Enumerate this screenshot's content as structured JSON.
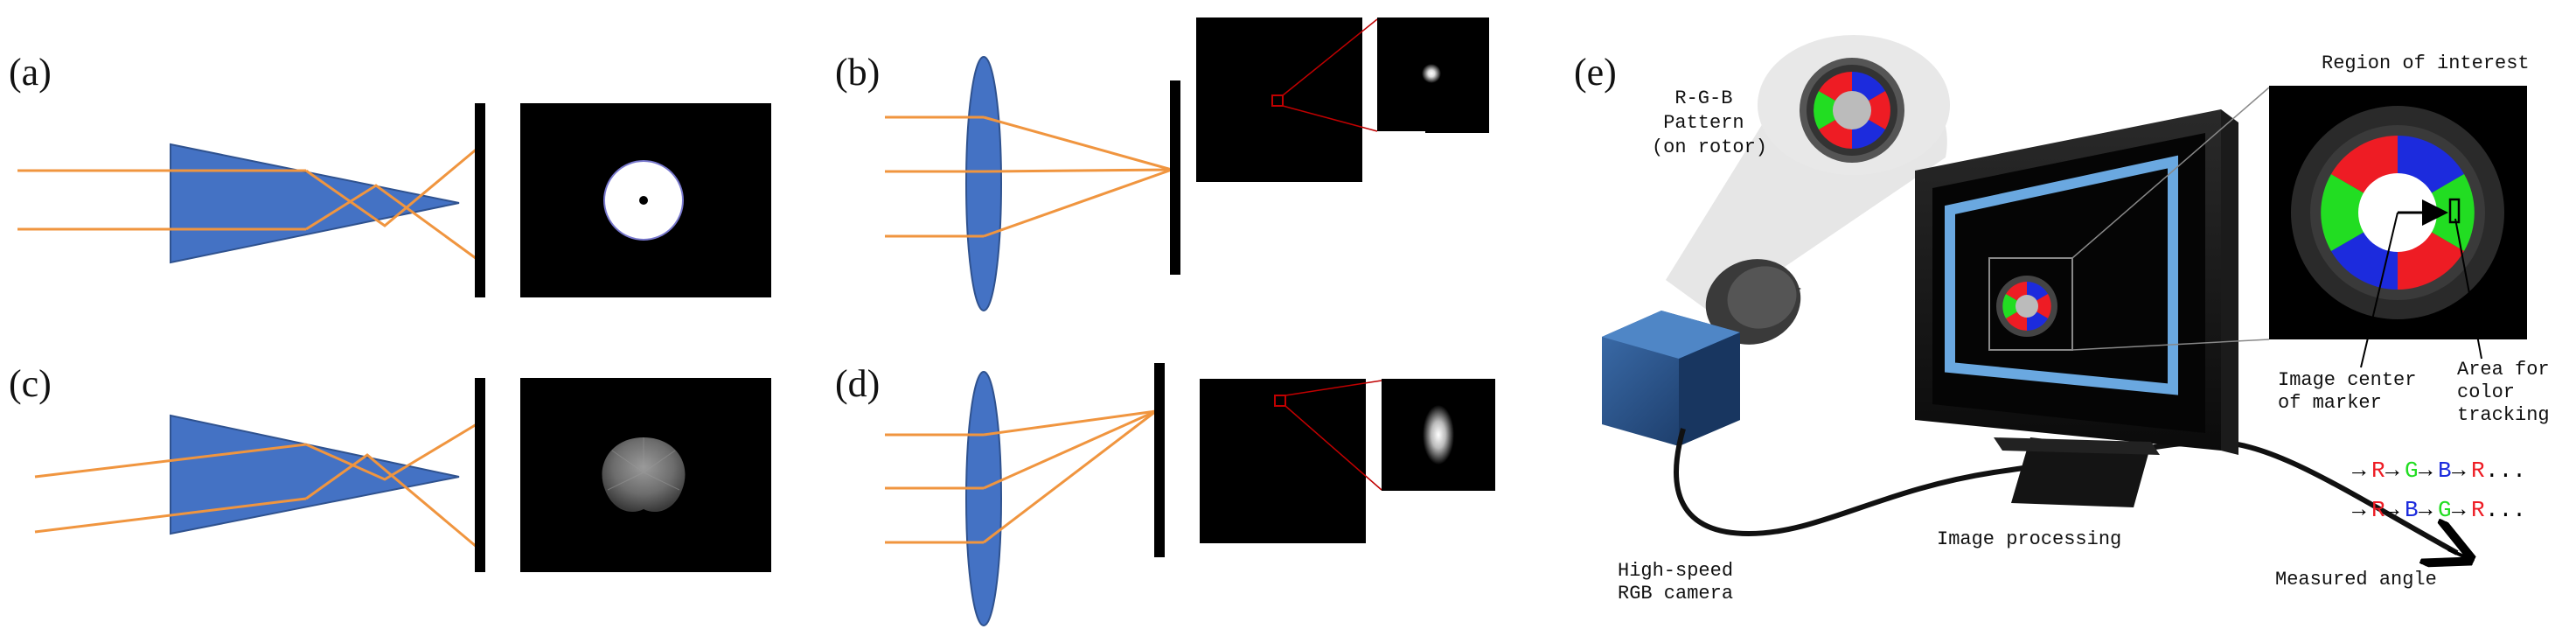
{
  "panels": {
    "a": "(a)",
    "b": "(b)",
    "c": "(c)",
    "d": "(d)",
    "e": "(e)"
  },
  "labels": {
    "rgb_pattern": [
      "R-G-B",
      "Pattern",
      "(on rotor)"
    ],
    "region_of_interest": "Region of interest",
    "image_center": [
      "Image center",
      "of marker"
    ],
    "area_tracking": [
      "Area for",
      "color",
      "tracking"
    ],
    "camera": [
      "High-speed",
      "RGB camera"
    ],
    "image_processing": "Image processing",
    "measured_angle": "Measured angle"
  },
  "sequences": {
    "cw": [
      "R",
      "G",
      "B",
      "R",
      "..."
    ],
    "ccw": [
      "R",
      "B",
      "G",
      "R",
      "..."
    ]
  },
  "colors": {
    "beam": "#f0953f",
    "optic_fill": "#4472c4",
    "optic_stroke": "#2f528f",
    "red": "#ee1c24",
    "green": "#22dd22",
    "blue": "#1c2bdd",
    "zoom_line": "#c00000"
  }
}
